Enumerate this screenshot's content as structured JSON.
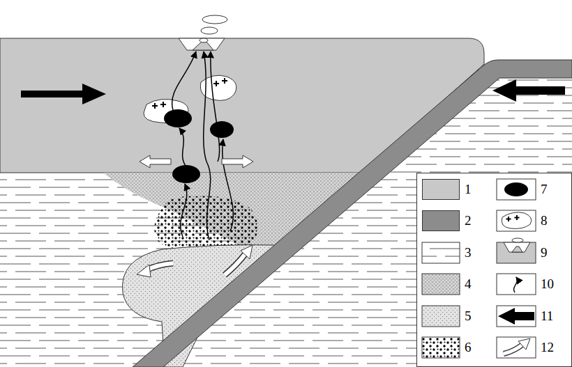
{
  "diagram": {
    "legend": [
      {
        "text": "1",
        "color": "#c8c8c8"
      },
      {
        "text": "2",
        "color": "#8c8c8c"
      },
      {
        "text": "3"
      },
      {
        "text": "4"
      },
      {
        "text": "5"
      },
      {
        "text": "6"
      },
      {
        "text": "7"
      },
      {
        "text": "8"
      },
      {
        "text": "9"
      },
      {
        "text": "10"
      },
      {
        "text": "11"
      },
      {
        "text": "12"
      }
    ]
  }
}
